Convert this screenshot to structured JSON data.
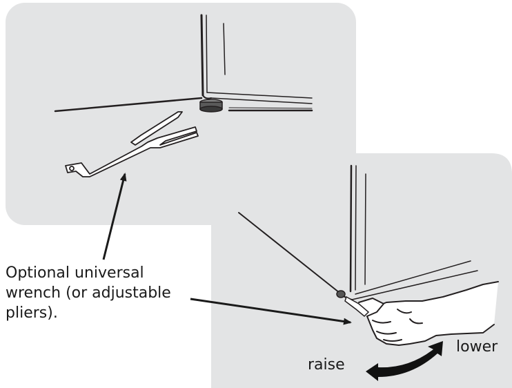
{
  "callout": {
    "lines": [
      "Optional universal",
      "wrench (or adjustable",
      "pliers)."
    ]
  },
  "labels": {
    "raise": "raise",
    "lower": "lower"
  },
  "colors": {
    "panel": "#e3e4e5",
    "line": "#231f20",
    "arrow": "#1a1a1a"
  },
  "icons": {
    "wrench": "wrench-icon",
    "hand": "hand-icon",
    "rotate_arrow": "curved-double-arrow-icon"
  }
}
